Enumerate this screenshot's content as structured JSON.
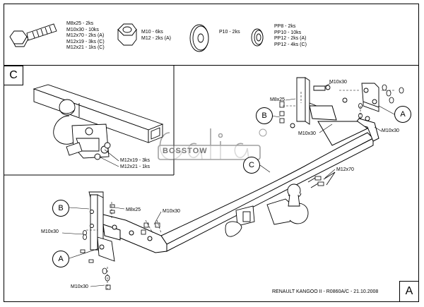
{
  "header": {
    "bolt_list": [
      "M8x25 - 2ks",
      "M10x30 - 10ks",
      "M12x70 - 2ks (A)",
      "M12x19 - 3ks (C)",
      "M12x21 - 1ks (C)"
    ],
    "nut_list": [
      "M10 - 6ks",
      "M12 - 2ks (A)"
    ],
    "washer_list": [
      "P10 - 2ks"
    ],
    "spring_washer_list": [
      "PP8 - 2ks",
      "PP10 - 10ks",
      "PP12 - 2ks (A)",
      "PP12 - 4ks (C)"
    ]
  },
  "detail_c": {
    "corner_label": "C",
    "bolt_labels": [
      "M12x19 - 3ks",
      "M12x21 - 1ks"
    ]
  },
  "callouts": {
    "a": "A",
    "b": "B",
    "c": "C"
  },
  "part_labels": {
    "right_top_bolt": "M10x30",
    "right_m8": "M8x25",
    "right_lower_bolt": "M10x30",
    "right_side_bolt": "M10x30",
    "ball_bolt": "M12x70",
    "left_m8": "M8x25",
    "left_top_bolt": "M10x30",
    "left_side_bolt": "M10x30",
    "left_bottom_bolt": "M10x30"
  },
  "watermark": {
    "brand": "Galia",
    "sub": "BOSSTOW"
  },
  "footer": {
    "caption": "RENAULT KANGOO II - R0860A/C - 21.10.2008",
    "sheet": "A"
  }
}
